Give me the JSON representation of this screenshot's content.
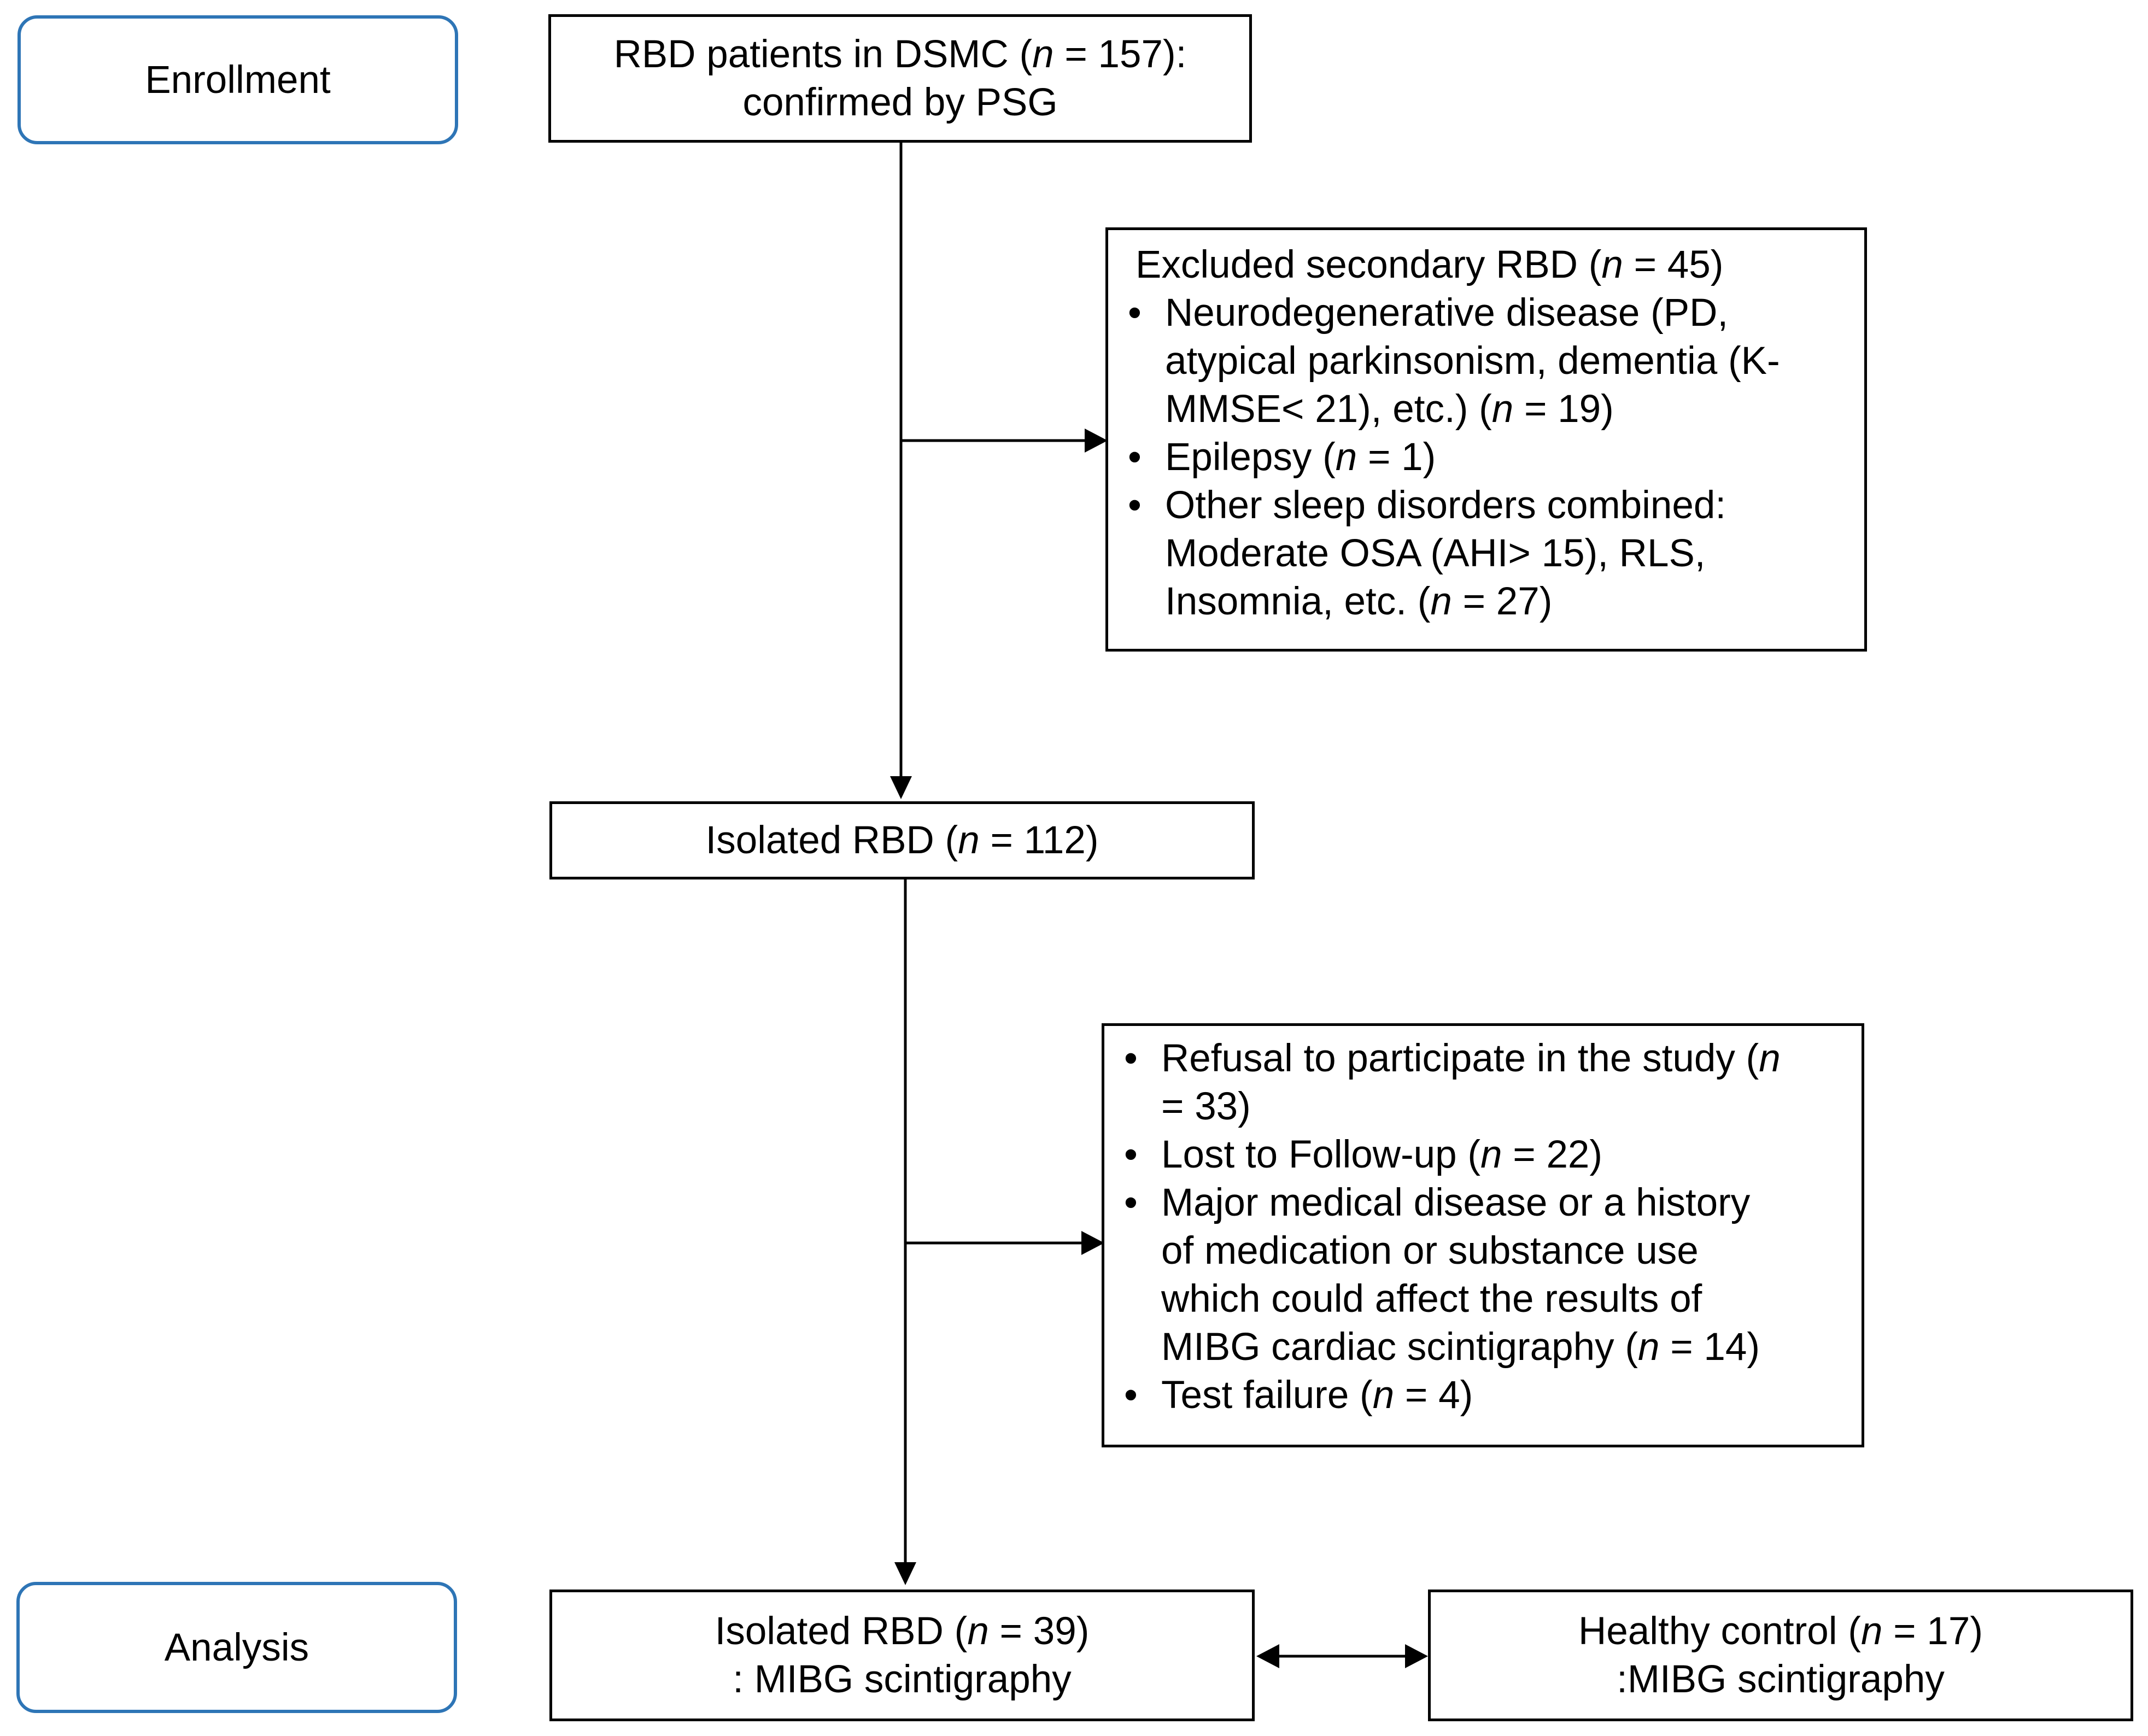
{
  "stages": {
    "enrollment": "Enrollment",
    "analysis": "Analysis"
  },
  "boxes": {
    "rbd_patients": {
      "line1_pre": "RBD patients in DSMC (",
      "n": "n",
      "line1_post": " = 157):",
      "line2": "confirmed by PSG"
    },
    "excluded_secondary": {
      "heading_pre": "Excluded secondary RBD (",
      "n": "n",
      "heading_post": " = 45)",
      "bullet": "•",
      "items": [
        {
          "lines": [
            "Neurodegenerative disease (PD,",
            "atypical parkinsonism, dementia (K-"
          ],
          "last_pre": "MMSE< 21), etc.) (",
          "n": "n",
          "last_post": " = 19)"
        },
        {
          "lines": [],
          "last_pre": "Epilepsy (",
          "n": "n",
          "last_post": " = 1)"
        },
        {
          "lines": [
            "Other sleep disorders combined:",
            "Moderate OSA (AHI> 15), RLS,"
          ],
          "last_pre": "Insomnia, etc. (",
          "n": "n",
          "last_post": " = 27)"
        }
      ]
    },
    "isolated_112": {
      "pre": "Isolated RBD (",
      "n": "n",
      "post": " = 112)"
    },
    "excluded_second": {
      "bullet": "•",
      "items": [
        {
          "line1_pre": "Refusal to participate in the study (",
          "n": "n",
          "line2": "= 33)"
        },
        {
          "pre": "Lost to Follow-up (",
          "n": "n",
          "post": " = 22)"
        },
        {
          "lines": [
            "Major medical disease or a history",
            "of medication or substance use",
            "which could affect the results of"
          ],
          "last_pre": "MIBG cardiac scintigraphy (",
          "n": "n",
          "last_post": " = 14)"
        },
        {
          "pre": "Test failure (",
          "n": "n",
          "post": " = 4)"
        }
      ]
    },
    "isolated_39": {
      "line1_pre": "Isolated RBD (",
      "n": "n",
      "line1_post": " = 39)",
      "line2": ": MIBG scintigraphy"
    },
    "healthy_control": {
      "line1_pre": "Healthy control (",
      "n": "n",
      "line1_post": " = 17)",
      "line2": ":MIBG scintigraphy"
    }
  },
  "colors": {
    "stage_border": "#2e75b6",
    "box_border": "#000000",
    "text": "#000000"
  }
}
